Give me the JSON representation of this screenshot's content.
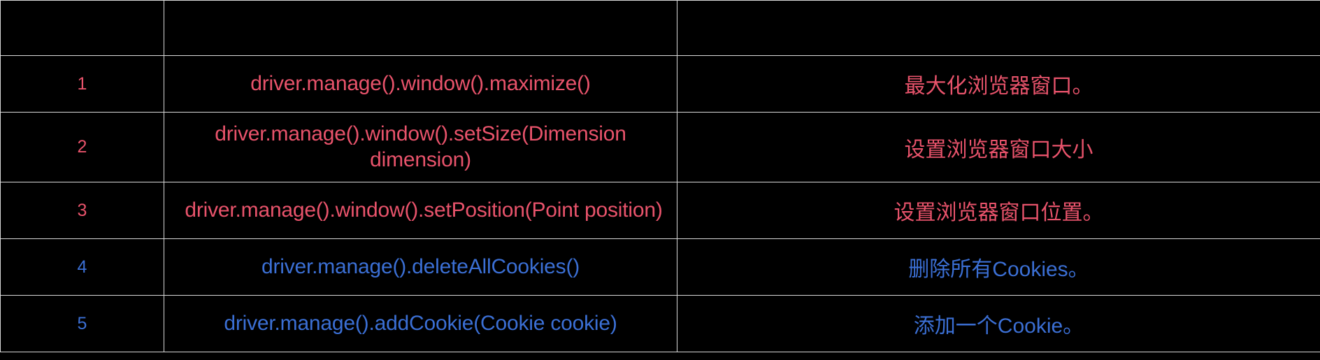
{
  "table": {
    "caption": "",
    "columns": [
      {
        "key": "index",
        "header": ""
      },
      {
        "key": "method",
        "header": ""
      },
      {
        "key": "desc",
        "header": ""
      }
    ],
    "colors": {
      "text_red": "#e8536b",
      "text_blue": "#3b6fd4",
      "background": "#000000",
      "border": "#d9d9d9"
    },
    "rows": [
      {
        "index": "1",
        "method": "driver.manage().window().maximize()",
        "desc": "最大化浏览器窗口。",
        "color": "red"
      },
      {
        "index": "2",
        "method": "driver.manage().window().setSize(Dimension dimension)",
        "desc": "设置浏览器窗口大小",
        "color": "red"
      },
      {
        "index": "3",
        "method": "driver.manage().window().setPosition(Point position)",
        "desc": "设置浏览器窗口位置。",
        "color": "red"
      },
      {
        "index": "4",
        "method": "driver.manage().deleteAllCookies()",
        "desc": "删除所有Cookies。",
        "color": "blue"
      },
      {
        "index": "5",
        "method": "driver.manage().addCookie(Cookie cookie)",
        "desc": "添加一个Cookie。",
        "color": "blue"
      }
    ]
  }
}
